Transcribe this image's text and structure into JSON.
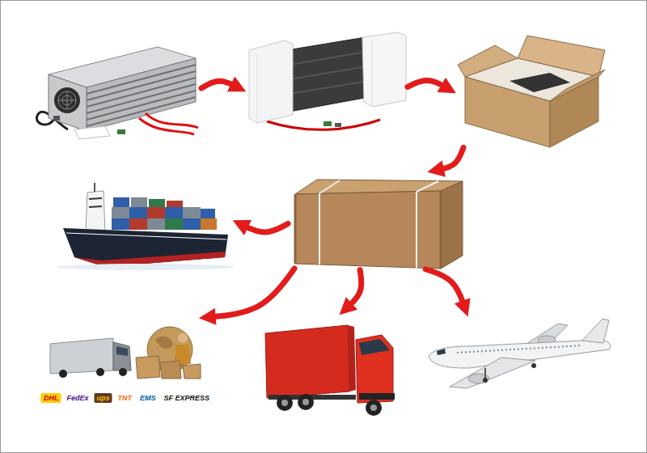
{
  "diagram": {
    "nodes": [
      {
        "text": []
      },
      {
        "text": []
      },
      {
        "text": []
      },
      {
        "text": []
      },
      {
        "text": []
      },
      {
        "text": [
          "DHL",
          "FedEx",
          "ups",
          "TNT",
          "EMS",
          "SF EXPRESS"
        ]
      },
      {
        "text": []
      },
      {
        "text": []
      }
    ],
    "edges": [
      {
        "from": 0,
        "to": 1,
        "arrow": "to"
      },
      {
        "from": 1,
        "to": 2,
        "arrow": "to"
      },
      {
        "from": 2,
        "to": 4,
        "arrow": "to"
      },
      {
        "from": 4,
        "to": 3,
        "arrow": "to"
      },
      {
        "from": 4,
        "to": 5,
        "arrow": "to"
      },
      {
        "from": 4,
        "to": 6,
        "arrow": "to"
      },
      {
        "from": 4,
        "to": 7,
        "arrow": "to"
      }
    ]
  }
}
